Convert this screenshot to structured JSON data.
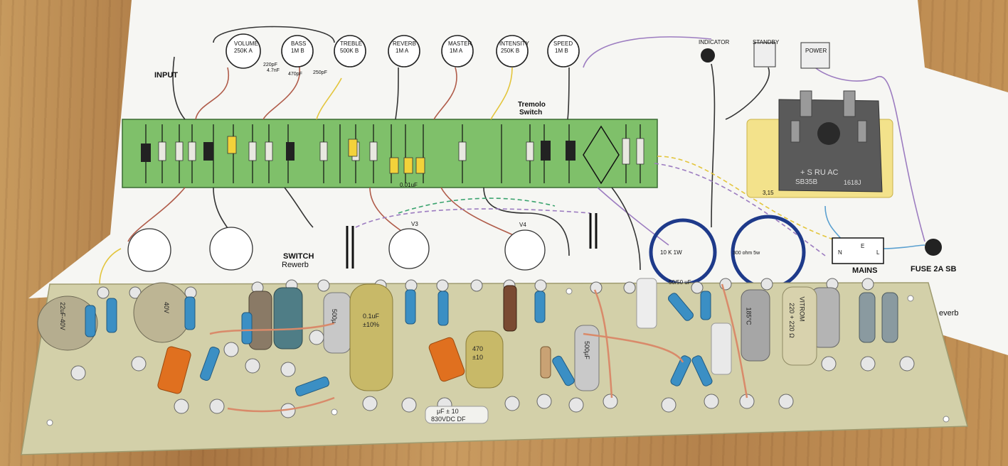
{
  "pots": [
    {
      "name": "VOLUME",
      "value": "250K A"
    },
    {
      "name": "BASS",
      "value": "1M B"
    },
    {
      "name": "TREBLE",
      "value": "500K B"
    },
    {
      "name": "REVERB",
      "value": "1M A"
    },
    {
      "name": "MASTER",
      "value": "1M A"
    },
    {
      "name": "INTENSITY",
      "value": "250K B"
    },
    {
      "name": "SPEED",
      "value": "1M B"
    }
  ],
  "labels": {
    "input": "INPUT",
    "tremolo": "Tremolo",
    "tremolo2": "Switch",
    "indicator": "INDICATOR",
    "standby": "STANDBY",
    "power": "POWER",
    "switch": "SWITCH",
    "rewerb": "Rewerb",
    "v3": "V3",
    "v4": "V4",
    "mains": "MAINS",
    "fuse": "FUSE 2A SB",
    "n": "N",
    "e": "E",
    "l": "L",
    "res10k": "10 K 1W",
    "res300": "300 ohm 5w",
    "cap5050": "50/50 uF",
    "cap001": "0.01uF",
    "v315": "3,15",
    "tone1": "4.7nF",
    "tone2": "470pF",
    "tone3": "250pF",
    "tone4": "220pF",
    "bridge1": "+ S RU AC",
    "bridge2": "SB35B",
    "bridge3": "1618J",
    "everb": "everb"
  },
  "board_markings": {
    "cap_left": "22uF-40V",
    "cap_mid": "40V",
    "cap_yellow1a": "0.1uF",
    "cap_yellow1b": "±10%",
    "cap_yellow2a": "470",
    "cap_yellow2b": "±10",
    "film_front": "830VDC DF",
    "film_front2": "μF ± 10",
    "cap_silver1": "500µ",
    "cap_silver2": "500µF",
    "cap_right1": "220 + 220 Ω",
    "cap_right2": "VITROM",
    "cap_right3": "185°C"
  },
  "colors": {
    "paper": "#f6f6f3",
    "pcb_diagram": "#7fc06a",
    "turret_board": "#d3d0a9",
    "wood": "#b98a52",
    "bridge_body": "#5a5a5a",
    "bridge_plate": "#f3e28b"
  }
}
